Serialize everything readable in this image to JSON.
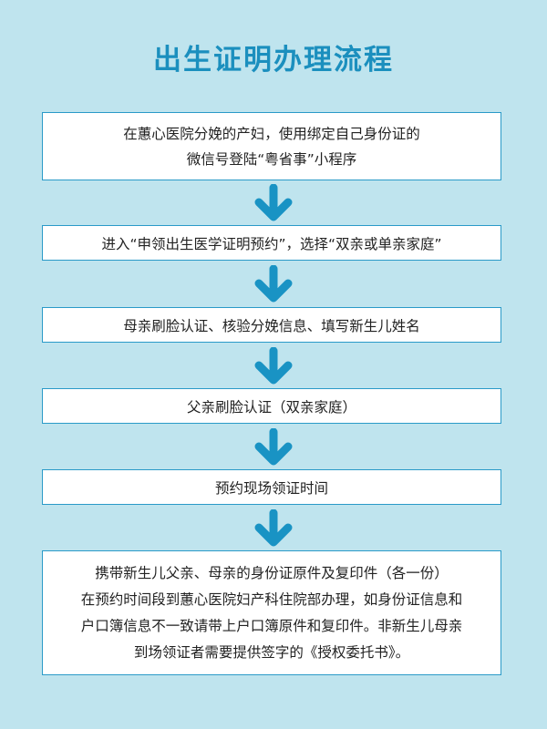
{
  "title": "出生证明办理流程",
  "steps": [
    {
      "lines": [
        "在蕙心医院分娩的产妇，使用绑定自己身份证的",
        "微信号登陆“粤省事”小程序"
      ]
    },
    {
      "lines": [
        "进入“申领出生医学证明预约”，选择“双亲或单亲家庭”"
      ]
    },
    {
      "lines": [
        "母亲刷脸认证、核验分娩信息、填写新生儿姓名"
      ]
    },
    {
      "lines": [
        "父亲刷脸认证（双亲家庭）"
      ]
    },
    {
      "lines": [
        "预约现场领证时间"
      ]
    },
    {
      "lines": [
        "携带新生儿父亲、母亲的身份证原件及复印件（各一份）",
        "在预约时间段到蕙心医院妇产科住院部办理，如身份证信息和",
        "户口簿信息不一致请带上户口簿原件和复印件。非新生儿母亲",
        "到场领证者需要提供签字的《授权委托书》。"
      ]
    }
  ],
  "colors": {
    "background": "#bfe4ee",
    "title": "#1b8fbe",
    "border": "#2a9ac8",
    "arrow": "#1993c4"
  },
  "icons": {
    "arrow": "chevron-down-arrow-icon"
  }
}
